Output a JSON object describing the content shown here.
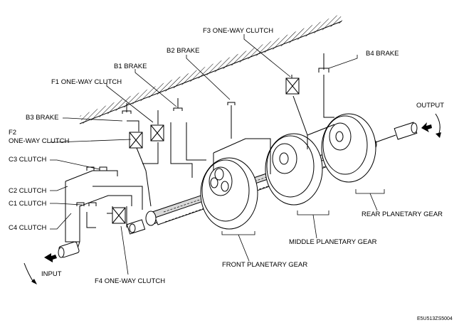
{
  "labels": {
    "f3": "F3 ONE-WAY CLUTCH",
    "b2": "B2 BRAKE",
    "b4": "B4 BRAKE",
    "b1": "B1 BRAKE",
    "f1": "F1 ONE-WAY CLUTCH",
    "output": "OUTPUT",
    "b3": "B3 BRAKE",
    "f2_line1": "F2",
    "f2_line2": "ONE-WAY CLUTCH",
    "c3": "C3 CLUTCH",
    "c2": "C2 CLUTCH",
    "c1": "C1 CLUTCH",
    "c4": "C4 CLUTCH",
    "rear_planetary": "REAR PLANETARY GEAR",
    "middle_planetary": "MIDDLE PLANETARY GEAR",
    "front_planetary": "FRONT PLANETARY GEAR",
    "input": "INPUT",
    "f4": "F4 ONE-WAY CLUTCH"
  },
  "figure_code": "E5U513ZS5004",
  "colors": {
    "line": "#000000",
    "background": "#ffffff",
    "shaft_shade": "#d8d8d8"
  }
}
